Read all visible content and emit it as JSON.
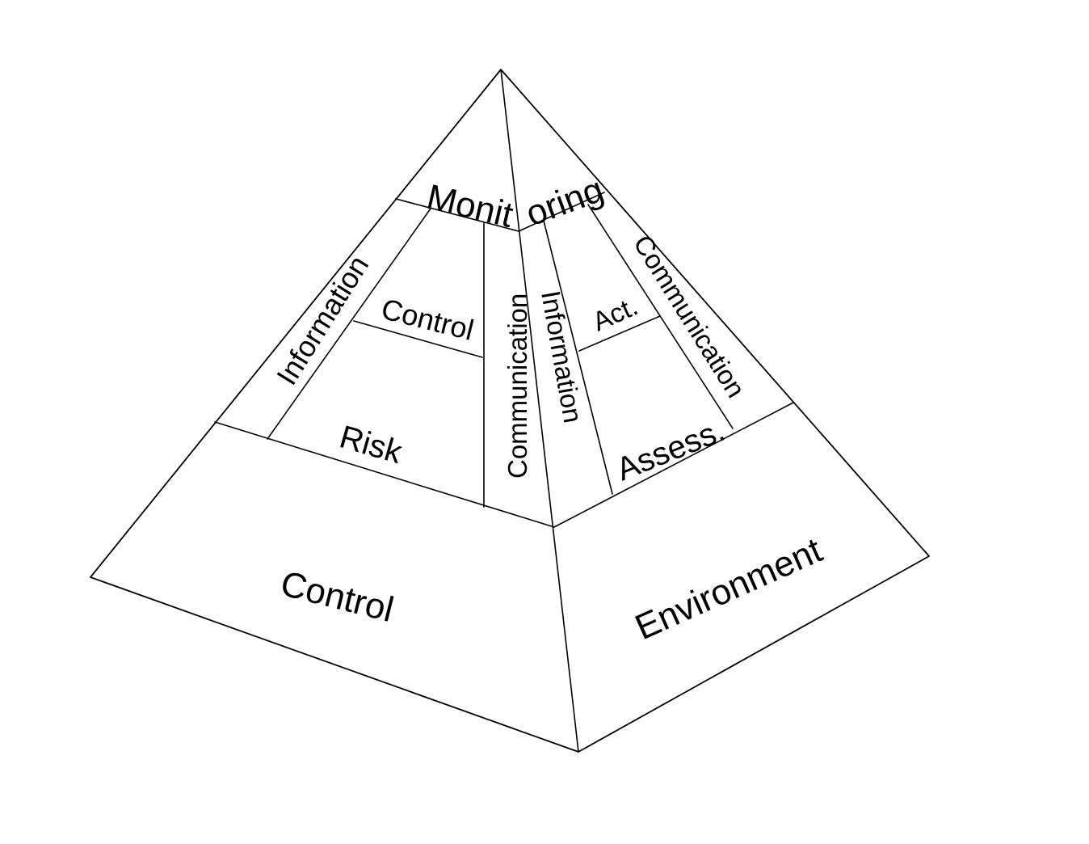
{
  "labels": {
    "monitoring_left": "Monit",
    "monitoring_right": "oring",
    "information_left": "Information",
    "control_small": "Control",
    "risk": "Risk",
    "communication_left": "Communication",
    "information_right": "Information",
    "activities_abbrev": "Act.",
    "communication_right": "Communication",
    "assessment_abbrev": "Assess.",
    "control_base": "Control",
    "environment": "Environment"
  },
  "colors": {
    "stroke": "#000000",
    "background": "#ffffff"
  }
}
